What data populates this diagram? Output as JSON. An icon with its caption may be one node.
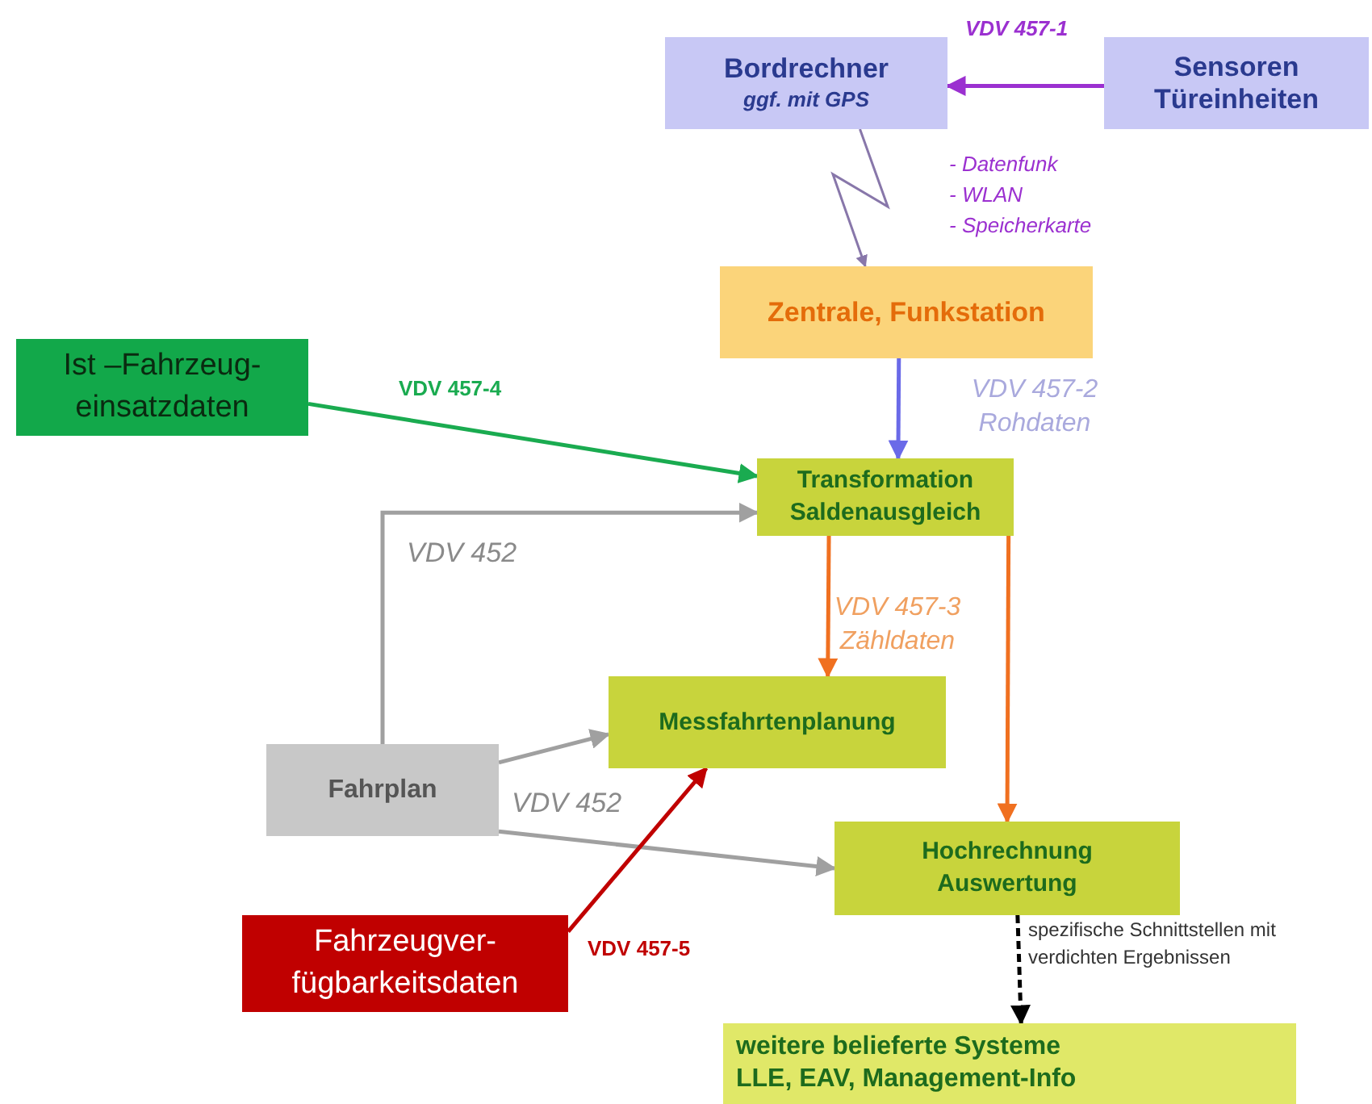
{
  "diagram": {
    "nodes": [
      {
        "text": [
          "Bordrechner",
          "ggf. mit GPS"
        ]
      },
      {
        "text": [
          "Sensoren Türeinheiten"
        ]
      },
      {
        "text": [
          "Zentrale, Funkstation"
        ]
      },
      {
        "text": [
          "Ist –Fahrzeug-einsatzdaten"
        ]
      },
      {
        "text": [
          "Transformation Saldenausgleich"
        ]
      },
      {
        "text": [
          "Messfahrtenplanung"
        ]
      },
      {
        "text": [
          "Fahrplan"
        ]
      },
      {
        "text": [
          "Hochrechnung Auswertung"
        ]
      },
      {
        "text": [
          "Fahrzeugver-fügbarkeitsdaten"
        ]
      },
      {
        "text": [
          "weitere belieferte Systeme",
          "LLE, EAV, Management-Info"
        ]
      }
    ],
    "edges": [
      {
        "from": 1,
        "to": 0,
        "arrow": "to",
        "label": "VDV 457-1",
        "color": "#9b30d0"
      },
      {
        "from": 0,
        "to": 2,
        "arrow": "to",
        "color": "#8877aa"
      },
      {
        "from": 2,
        "to": 4,
        "arrow": "to",
        "label": "VDV 457-2 Rohdaten",
        "color": "#6a6ae8"
      },
      {
        "from": 3,
        "to": 4,
        "arrow": "to",
        "label": "VDV 457-4",
        "color": "#1aab50"
      },
      {
        "from": 6,
        "to": 4,
        "arrow": "to",
        "label": "VDV 452"
      },
      {
        "from": 6,
        "to": 5,
        "arrow": "to"
      },
      {
        "from": 6,
        "to": 7,
        "arrow": "to",
        "label": "VDV 452"
      },
      {
        "from": 4,
        "to": 5,
        "arrow": "to",
        "label": "VDV 457-3 Zähldaten",
        "color": "#f07020"
      },
      {
        "from": 4,
        "to": 7,
        "arrow": "to",
        "color": "#f07020"
      },
      {
        "from": 8,
        "to": 5,
        "arrow": "to",
        "label": "VDV 457-5",
        "color": "#c00000"
      },
      {
        "from": 7,
        "to": 9,
        "arrow": "to",
        "label": "spezifische Schnittstellen mit verdichten Ergebnissen",
        "color": "#000000",
        "style": "dashed"
      }
    ],
    "labels": [
      "- Datenfunk",
      "- WLAN",
      "- Speicherkarte"
    ]
  }
}
